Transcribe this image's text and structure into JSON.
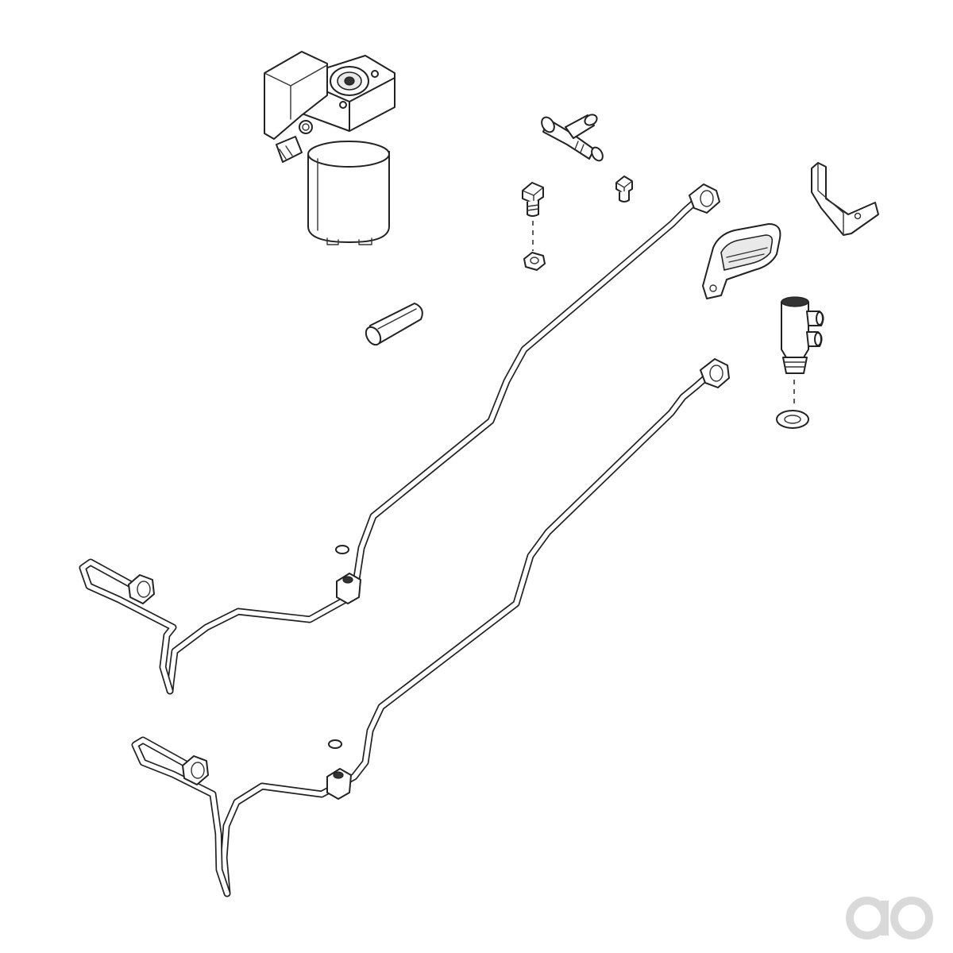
{
  "diagram": {
    "parts": [
      {
        "id": "pump",
        "icon": "hydraulic-pump-motor-icon"
      },
      {
        "id": "tee",
        "icon": "tee-fitting-icon"
      },
      {
        "id": "bolt-left",
        "icon": "flange-bolt-icon"
      },
      {
        "id": "nut-left",
        "icon": "flange-nut-icon"
      },
      {
        "id": "bolt-small",
        "icon": "small-bolt-icon"
      },
      {
        "id": "z-bracket",
        "icon": "z-bracket-icon"
      },
      {
        "id": "strap-bracket",
        "icon": "strap-bracket-icon"
      },
      {
        "id": "sleeve",
        "icon": "sleeve-icon"
      },
      {
        "id": "valve",
        "icon": "valve-fitting-icon"
      },
      {
        "id": "washer",
        "icon": "sealing-washer-icon"
      },
      {
        "id": "line-upper",
        "icon": "hydraulic-line-icon"
      },
      {
        "id": "line-lower",
        "icon": "hydraulic-line-icon"
      },
      {
        "id": "o-ring-upper",
        "icon": "o-ring-icon"
      },
      {
        "id": "o-ring-lower",
        "icon": "o-ring-icon"
      }
    ],
    "colors": {
      "line": "#222222",
      "fill": "#ffffff",
      "shade": "#e9e9e9",
      "watermark": "#d9d9d9"
    },
    "watermark": {
      "icon": "brand-logo-icon"
    }
  }
}
